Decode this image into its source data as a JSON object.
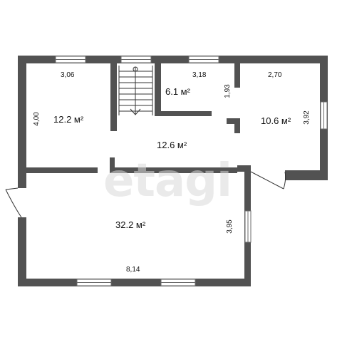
{
  "watermark": "etagi",
  "rooms": {
    "room_left_area": "12.2 м²",
    "bath_area": "6.1 м²",
    "room_right_area": "10.6 м²",
    "hall_area": "12.6 м²",
    "living_area": "32.2 м²"
  },
  "dimensions": {
    "left_room_width": "3,06",
    "left_room_height": "4,00",
    "bath_width": "3,18",
    "bath_height": "1,93",
    "right_room_width": "2,70",
    "right_room_height": "3,92",
    "living_height": "3,95",
    "living_width": "8,14"
  }
}
